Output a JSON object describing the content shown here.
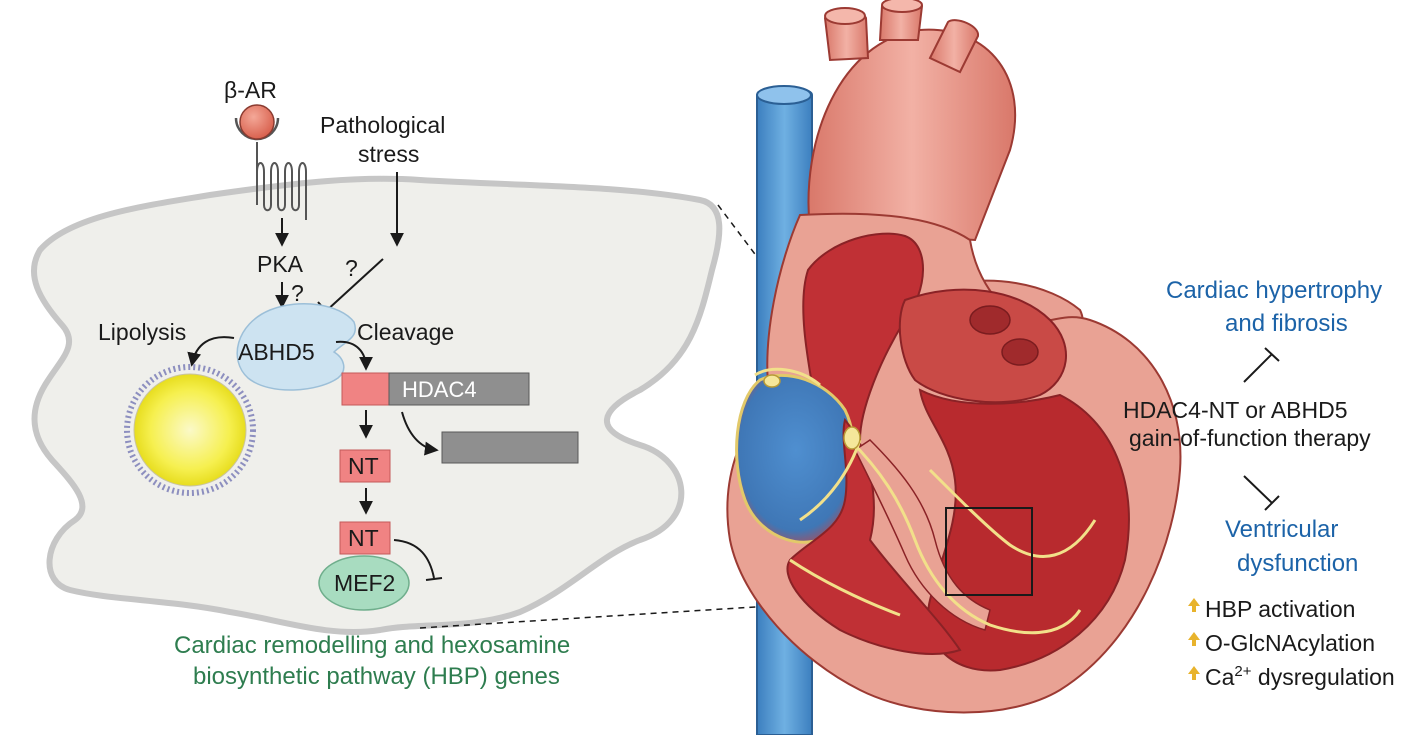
{
  "cell": {
    "receptor_label": "β-AR",
    "stress_label_line1": "Pathological",
    "stress_label_line2": "stress",
    "pka_label": "PKA",
    "pka_question": "?",
    "stress_question": "?",
    "abhd5_label": "ABHD5",
    "lipolysis_label": "Lipolysis",
    "cleavage_label": "Cleavage",
    "hdac4_label": "HDAC4",
    "nt_label_1": "NT",
    "nt_label_2": "NT",
    "mef2_label": "MEF2",
    "genes_line1": "Cardiac remodelling and hexosamine",
    "genes_line2": "biosynthetic pathway (HBP) genes"
  },
  "right_panel": {
    "hypertrophy_line1": "Cardiac hypertrophy",
    "hypertrophy_line2": "and fibrosis",
    "therapy_line1": "HDAC4-NT or ABHD5",
    "therapy_line2": "gain-of-function therapy",
    "dysfunction_line1": "Ventricular",
    "dysfunction_line2": "dysfunction",
    "effects": [
      {
        "arrow": "up-arrow-icon",
        "text": "HBP activation"
      },
      {
        "arrow": "up-arrow-icon",
        "text": "O-GlcNAcylation"
      }
    ],
    "ca_prefix": "Ca",
    "ca_superscript": "2+",
    "ca_suffix": " dysregulation"
  },
  "colors": {
    "cell_fill": "#efefeb",
    "cell_outline": "#c4c4c4",
    "abhd5_fill": "#cde3f1",
    "nt_fill": "#f08383",
    "hdac4_fill": "#8f8f8f",
    "mef2_fill": "#a8dcc0",
    "lipid_fill": "#f7f24a",
    "receptor_fill": "#ec8070",
    "heart_outer": "#e9a294",
    "heart_chamber": "#b82a2e",
    "vessel_blue": "#5d9fd5",
    "text_blue": "#1c63a8",
    "text_green": "#2e7d4f",
    "up_arrow": "#e8b32c"
  }
}
